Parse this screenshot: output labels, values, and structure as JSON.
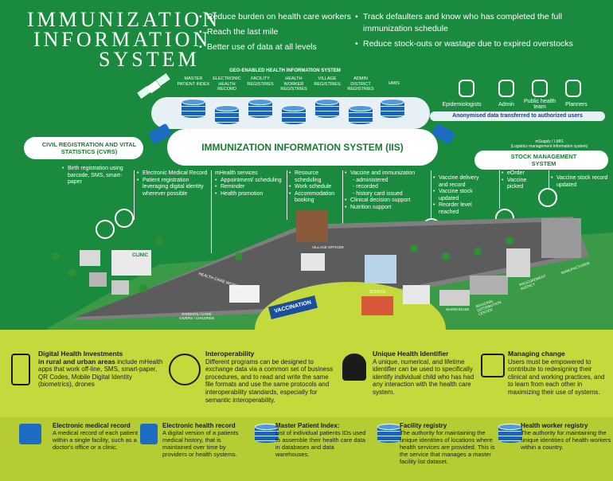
{
  "title": {
    "line1": "Immunization",
    "line2": "Information",
    "line3": "System"
  },
  "goals_left": [
    "Reduce burden on health care workers",
    "Reach the last mile",
    "Better use of data at all levels"
  ],
  "goals_right_1": "Track defaulters and know who has completed the full immunization schedule",
  "goals_right_2": "Reduce stock-outs or wastage due to expired overstocks",
  "his": {
    "title": "GEO-ENABLED HEALTH INFORMATION SYSTEM",
    "registries": [
      "MASTER PATIENT INDEX",
      "ELECTRONIC HEALTH RECORD",
      "FACILITY REGISTRIES",
      "HEALTH WORKER REGISTRIES",
      "VILLAGE REGISTRIES",
      "ADMIN DISTRICT REGISTRIES",
      "HMIS"
    ]
  },
  "users": {
    "labels": [
      "Epidemiologists",
      "Admin",
      "Public health team",
      "Planners"
    ],
    "note": "Anonymised data transferred to authorized users"
  },
  "iis": {
    "title": "IMMUNIZATION INFORMATION SYSTEM (IIS)"
  },
  "crvs": {
    "title": "CIVIL REGISTRATION AND VITAL STATISTICS (CVRS)"
  },
  "msupply": {
    "line1": "mSupply / LMIS",
    "line2": "(Logistics management information system)",
    "title": "STOCK MANAGEMENT SYSTEM"
  },
  "cols": {
    "birth": [
      "Birth registration using barcode, SMS, smart-paper"
    ],
    "emr": [
      "Electronic Medical Record",
      "Patient registration leveraging digital identity wherever possible"
    ],
    "mhealth_title": "mHealth services",
    "mhealth": [
      "Appointment/ scheduling",
      "Reminder",
      "Health promotion"
    ],
    "resource": [
      "Resource scheduling",
      "Work schedule",
      "Accommodation booking"
    ],
    "vaccine_head": "Vaccine and immunization",
    "vaccine_sub": [
      "- administered",
      "- recorded",
      "- history card issued"
    ],
    "vaccine_more": [
      "Clinical decision support",
      "Nutrition support"
    ],
    "delivery": [
      "Vaccine delivery and record",
      "Vaccine stock updated",
      "Reorder level reached"
    ],
    "eorder": [
      "eOrder",
      "Vaccine picked"
    ],
    "stock": [
      "Vaccine stock record updated"
    ]
  },
  "map_labels": {
    "clinic": "CLINIC",
    "hcw": "HEALTH CARE WORKER",
    "parents": "PARENTS / CARE GIVERS / CHILDREN",
    "vaccination": "VACCINATION",
    "school": "SCHOOL",
    "warehouse": "WAREHOUSE",
    "regional": "REGIONAL DISTRIBUTION CENTER",
    "procurement": "PROCUREMENT AGENCY",
    "manufacturer": "MANUFACTURER",
    "village": "VILLAGE OFFICER"
  },
  "lower": {
    "digital": {
      "title": "Digital Health Investments",
      "lead": "in rural and urban areas",
      "text": " include mHealth apps that work off-line, SMS, smart-paper, QR Codes, Mobile Digital Identity (biometrics), drones"
    },
    "interop": {
      "title": "Interoperability",
      "text": "Different programs can be designed to exchange data via a common set of business procedures, and to read and write the same file formats and use the same protocols and interoperability standards, especially for semantic interoperability."
    },
    "uhi": {
      "title": "Unique Health Identifier",
      "text": "A unique, numerical, and lifetime identifier can be used to specifically identify individual child who has had any interaction with the health care system."
    },
    "change": {
      "title": "Managing change",
      "text": "Users must be empowered to contribute to redesigning their clinical and working practices, and to learn from each other in maximizing their use of systems."
    },
    "emr": {
      "title": "Electronic medical record",
      "text": "A medical record of each patient within a single facility, such as a doctor's office or a clinic."
    },
    "ehr": {
      "title": "Electronic health record",
      "text": "A digital version of a patients medical history, that is maintained over time by providers or health systems."
    },
    "mpi": {
      "title": "Master Patient Index:",
      "text": "List of individual patients IDs used to assemble their health care data in databases and data warehouses."
    },
    "facility": {
      "title": "Facility registry",
      "text": "The authority for maintaining the unique identities of locations where health services are provided. This is the service that manages a master facility list dataset."
    },
    "hwr": {
      "title": "Health worker registry",
      "text": "The authority for maintaining the unique identities of health workers within a country."
    }
  }
}
